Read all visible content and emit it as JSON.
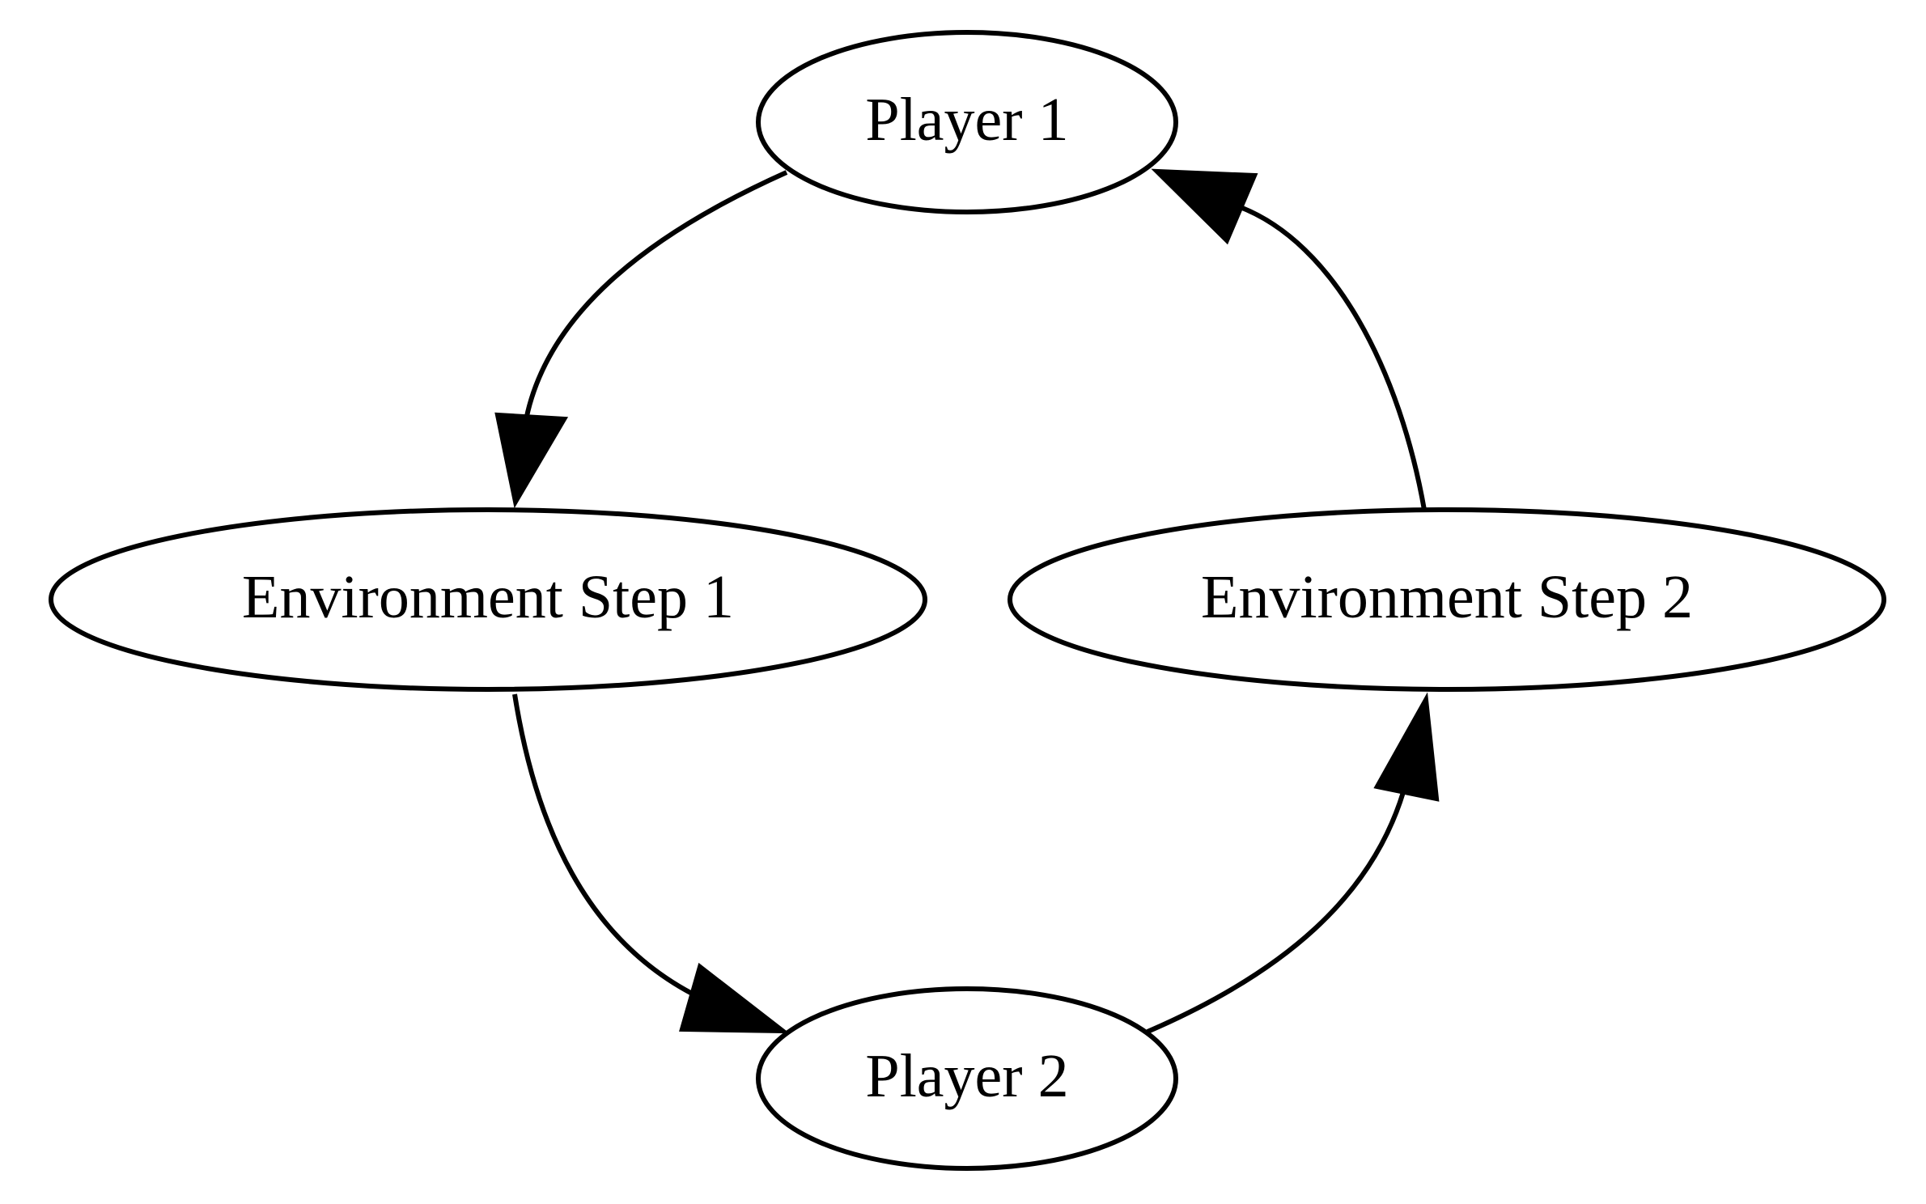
{
  "diagram": {
    "nodes": [
      {
        "id": "player1",
        "label": "Player 1"
      },
      {
        "id": "env1",
        "label": "Environment Step 1"
      },
      {
        "id": "env2",
        "label": "Environment Step 2"
      },
      {
        "id": "player2",
        "label": "Player 2"
      }
    ],
    "edges": [
      {
        "from": "player1",
        "to": "env1"
      },
      {
        "from": "env1",
        "to": "player2"
      },
      {
        "from": "player2",
        "to": "env2"
      },
      {
        "from": "env2",
        "to": "player1"
      }
    ]
  }
}
